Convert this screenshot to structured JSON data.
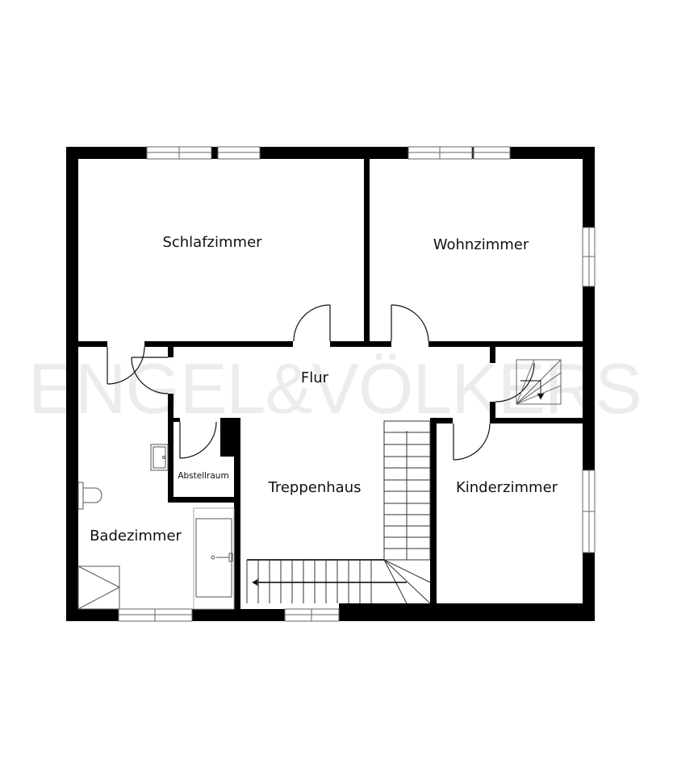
{
  "watermark": {
    "text": "ENGEL&VÖLKERS",
    "color": "#ececec"
  },
  "colors": {
    "wall": "#000000",
    "line": "#222222",
    "fixture": "#666666",
    "background": "#ffffff"
  },
  "rooms": [
    {
      "id": "schlafzimmer",
      "label": "Schlafzimmer"
    },
    {
      "id": "wohnzimmer",
      "label": "Wohnzimmer"
    },
    {
      "id": "flur",
      "label": "Flur"
    },
    {
      "id": "abstellraum",
      "label": "Abstellraum"
    },
    {
      "id": "treppenhaus",
      "label": "Treppenhaus"
    },
    {
      "id": "kinderzimmer",
      "label": "Kinderzimmer"
    },
    {
      "id": "badezimmer",
      "label": "Badezimmer"
    }
  ],
  "fixtures": [
    "sink",
    "toilet",
    "bathtub",
    "shower",
    "staircase",
    "attic-ladder"
  ]
}
